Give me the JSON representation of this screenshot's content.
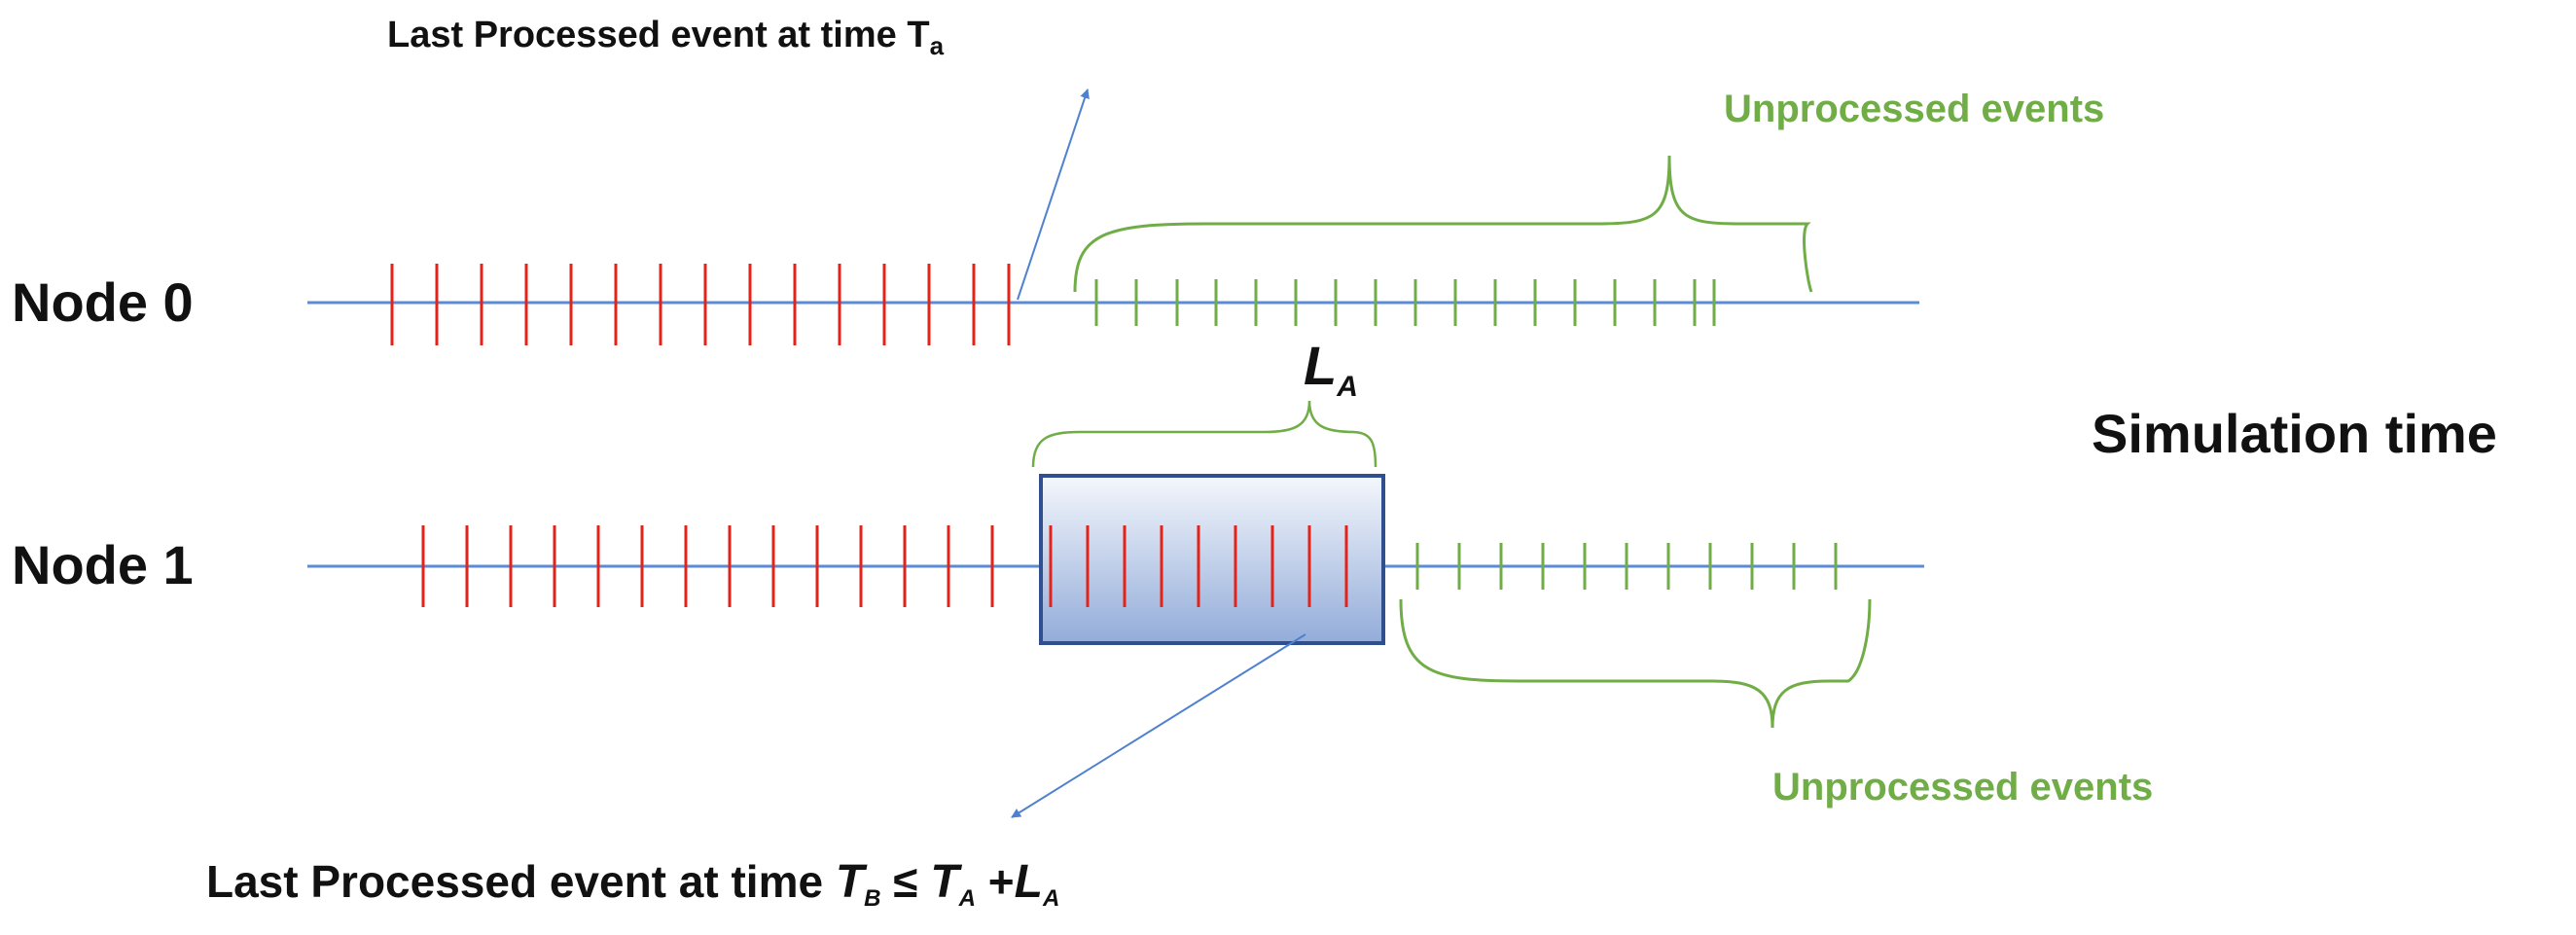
{
  "labels": {
    "node0": "Node 0",
    "node1": "Node 1",
    "simulation_time": "Simulation time",
    "top_last_processed_prefix": "Last Processed event at time T",
    "top_last_processed_sub": "a",
    "unprocessed_top": "Unprocessed events",
    "unprocessed_bottom": "Unprocessed events",
    "lookahead_main": "L",
    "lookahead_sub": "A",
    "bottom_prefix": "Last Processed event at time ",
    "bottom_tb_main": "T",
    "bottom_tb_sub": "B",
    "bottom_leq": " ≤ ",
    "bottom_ta_main": "T",
    "bottom_ta_sub": "A",
    "bottom_plus": " +",
    "bottom_la_main": "L",
    "bottom_la_sub": "A"
  },
  "colors": {
    "timeline": "#5b8bd4",
    "processed": "#e2231a",
    "unprocessed": "#70ad47",
    "arrow": "#4f81d0",
    "box_border": "#2f4f8f",
    "box_fill_top": "#f4f7fc",
    "box_fill_bottom": "#93acd9",
    "text": "#111111"
  },
  "icons": {
    "arrow_top": "arrow-up-right",
    "arrow_bottom": "arrow-down-left"
  }
}
